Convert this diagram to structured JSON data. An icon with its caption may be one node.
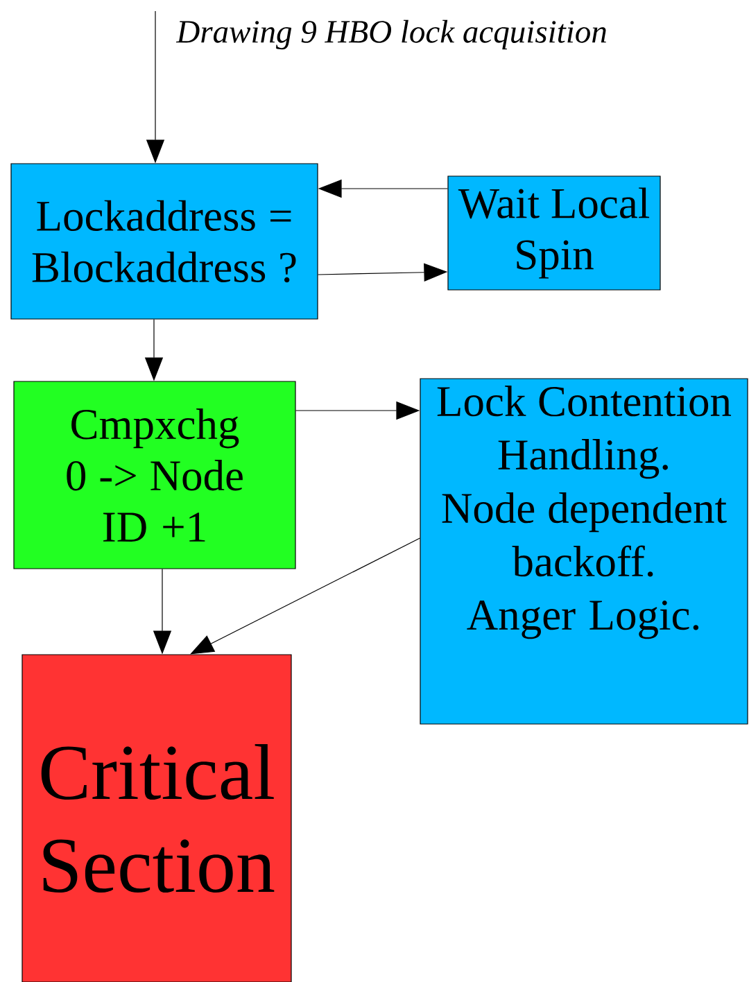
{
  "diagram": {
    "title": "Drawing 9 HBO lock acquisition",
    "nodes": [
      {
        "text": [
          "Lockaddress = Blockaddress ?"
        ]
      },
      {
        "text": [
          "Wait Local Spin"
        ]
      },
      {
        "text": [
          "Cmpxchg 0 -> Node ID +1"
        ]
      },
      {
        "text": [
          "Lock Contention Handling.",
          "Node dependent backoff.",
          "Anger Logic."
        ]
      },
      {
        "text": [
          "Critical Section"
        ]
      }
    ],
    "edges": [
      {
        "from": null,
        "to": 0,
        "arrow": "to"
      },
      {
        "from": 1,
        "to": 0,
        "arrow": "to"
      },
      {
        "from": 0,
        "to": 1,
        "arrow": "to"
      },
      {
        "from": 0,
        "to": 2,
        "arrow": "to"
      },
      {
        "from": 2,
        "to": 3,
        "arrow": "to"
      },
      {
        "from": 2,
        "to": 4,
        "arrow": "to"
      },
      {
        "from": 3,
        "to": 4,
        "arrow": "to"
      }
    ]
  }
}
